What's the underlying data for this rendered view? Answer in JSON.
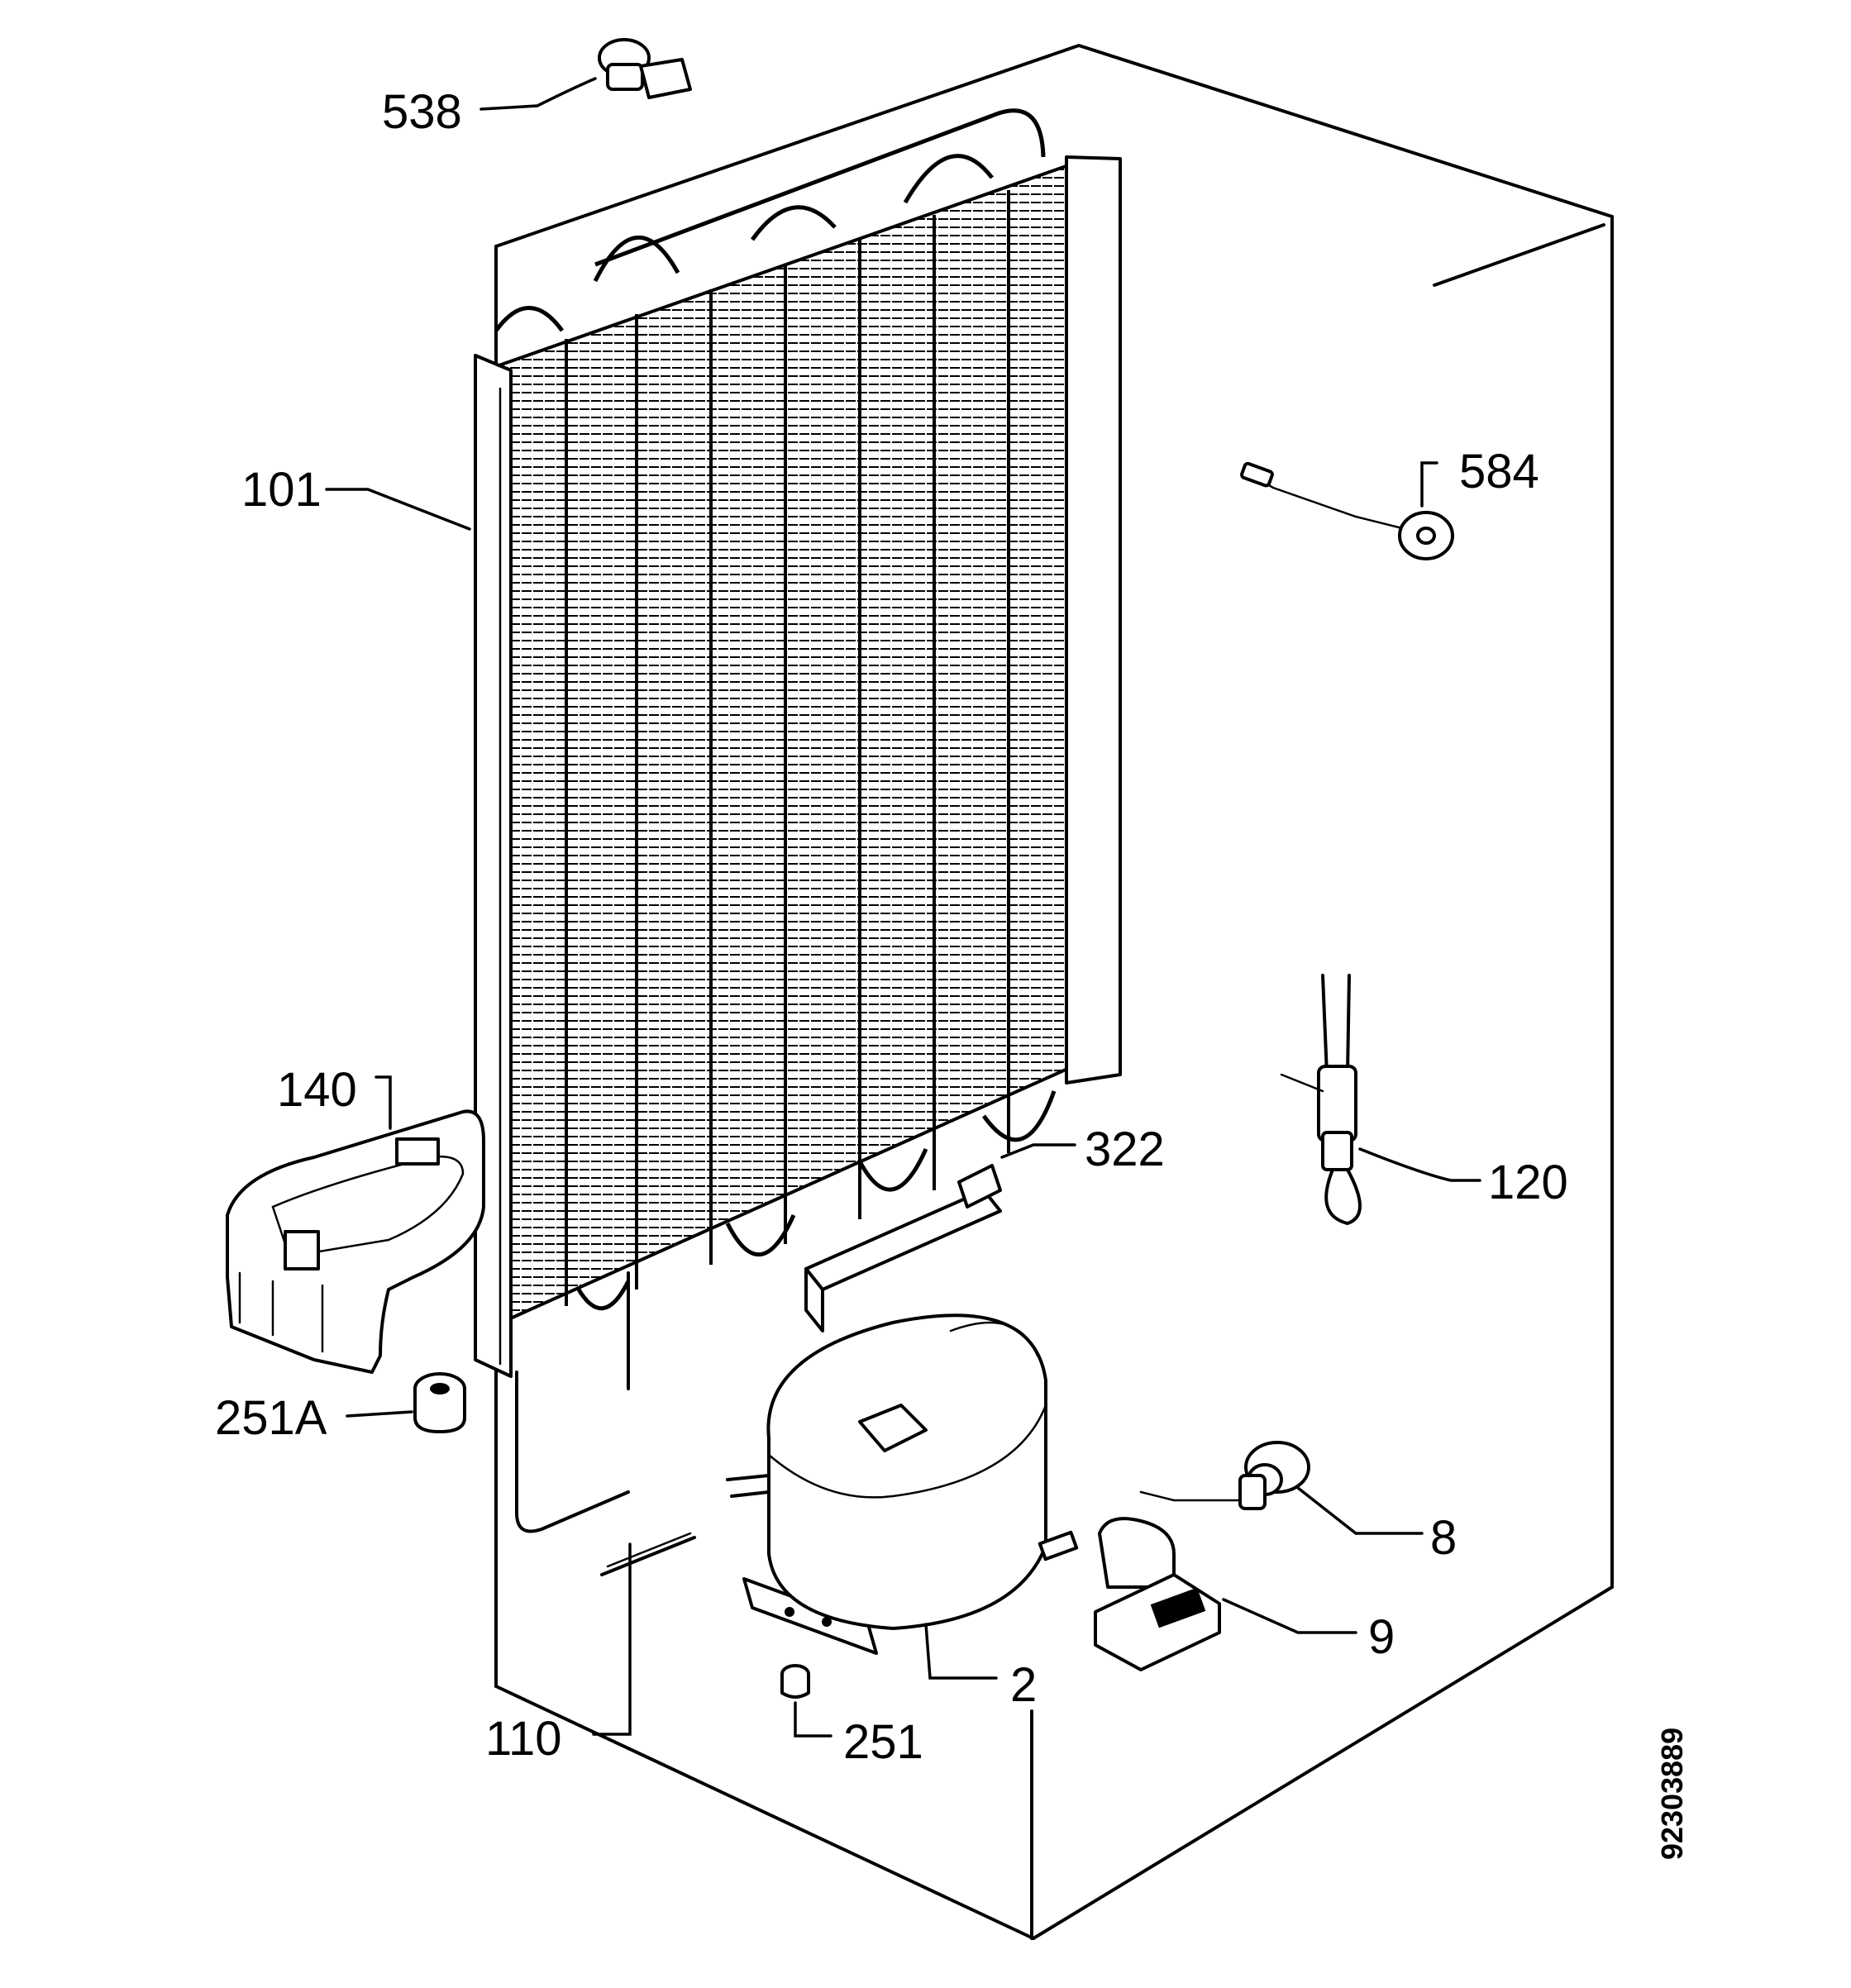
{
  "diagram": {
    "document_number": "92303889",
    "callouts": {
      "p538": "538",
      "p101": "101",
      "p584": "584",
      "p140": "140",
      "p322": "322",
      "p120": "120",
      "p251a": "251A",
      "p8": "8",
      "p9": "9",
      "p2": "2",
      "p110": "110",
      "p251": "251"
    }
  }
}
